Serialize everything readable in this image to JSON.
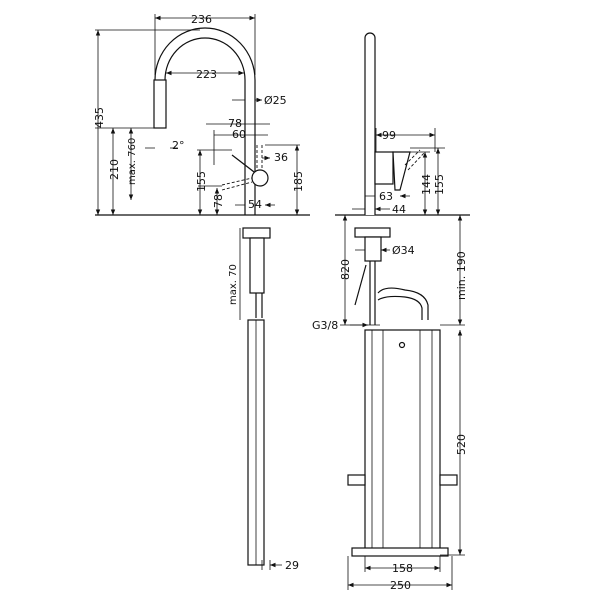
{
  "left_view": {
    "dims": {
      "width_outer": "236",
      "width_inner": "223",
      "height_total": "435",
      "height_spout": "210",
      "max_pull": "max. 760",
      "angle": "2°",
      "diameter_body": "Ø25",
      "lever_reach": "78",
      "lever_offset": "60",
      "lever_width": "36",
      "lever_height": "155",
      "lever_top": "185",
      "lever_low": "78",
      "base_width": "54",
      "max_thickness": "max. 70",
      "hose_width": "29"
    }
  },
  "right_view": {
    "dims": {
      "handle_reach": "99",
      "handle_144": "144",
      "handle_155": "155",
      "handle_63": "63",
      "body_44": "44",
      "shank_diameter": "Ø34",
      "depth_820": "820",
      "min_190": "min. 190",
      "thread": "G3/8",
      "box_height": "520",
      "box_width": "158",
      "total_width": "250"
    }
  }
}
